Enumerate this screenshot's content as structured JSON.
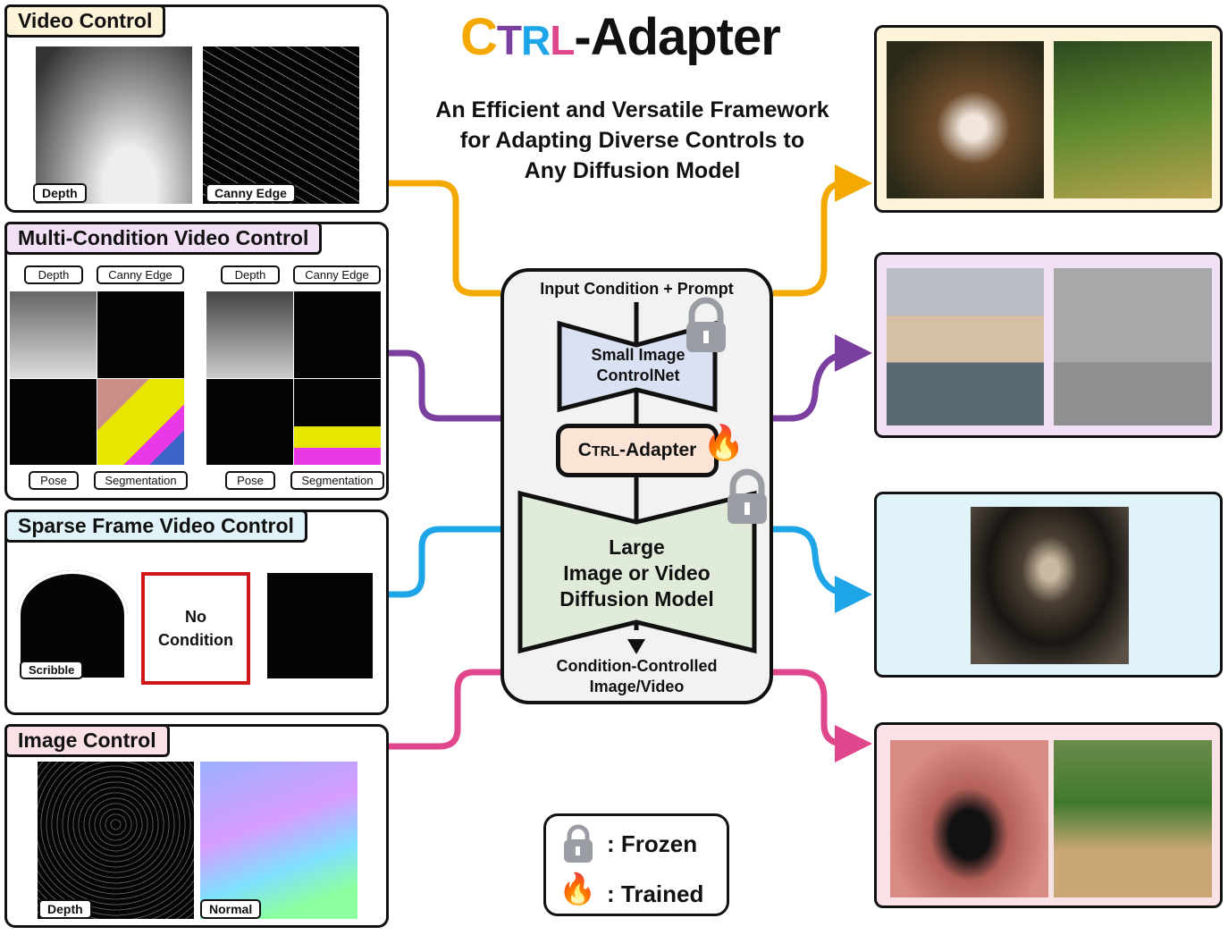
{
  "title": {
    "letters": [
      "C",
      "T",
      "R",
      "L"
    ],
    "suffix": "-Adapter",
    "colors": [
      "#f4a900",
      "#7b3fa0",
      "#1ea5e8",
      "#e0468b"
    ]
  },
  "subtitle": [
    "An Efficient and Versatile Framework",
    "for Adapting Diverse Controls to",
    "Any Diffusion Model"
  ],
  "panels": {
    "video": {
      "title": "Video Control",
      "tags": [
        "Depth",
        "Canny Edge"
      ],
      "color": "#fdf3d8"
    },
    "multi": {
      "title": "Multi-Condition Video Control",
      "tags": [
        "Depth",
        "Canny Edge",
        "Pose",
        "Segmentation",
        "Depth",
        "Canny Edge",
        "Pose",
        "Segmentation"
      ],
      "color": "#f2e1f6"
    },
    "sparse": {
      "title": "Sparse Frame Video Control",
      "tags": [
        "Scribble"
      ],
      "no_condition": "No Condition",
      "color": "#e0f3f8"
    },
    "image": {
      "title": "Image Control",
      "tags": [
        "Depth",
        "Normal"
      ],
      "color": "#f9e1e6"
    }
  },
  "center": {
    "input": "Input Condition + Prompt",
    "controlnet": [
      "Small Image",
      "ControlNet"
    ],
    "adapter": {
      "c": "C",
      "trl": "TRL",
      "rest": "-Adapter"
    },
    "model": [
      "Large",
      "Image or Video",
      "Diffusion Model"
    ],
    "output": [
      "Condition-Controlled",
      "Image/Video"
    ]
  },
  "legend": {
    "frozen": ": Frozen",
    "trained": ": Trained"
  },
  "connector_colors": {
    "orange": "#f4a900",
    "purple": "#7b3fa0",
    "blue": "#1ea5e8",
    "pink": "#e0468b"
  }
}
